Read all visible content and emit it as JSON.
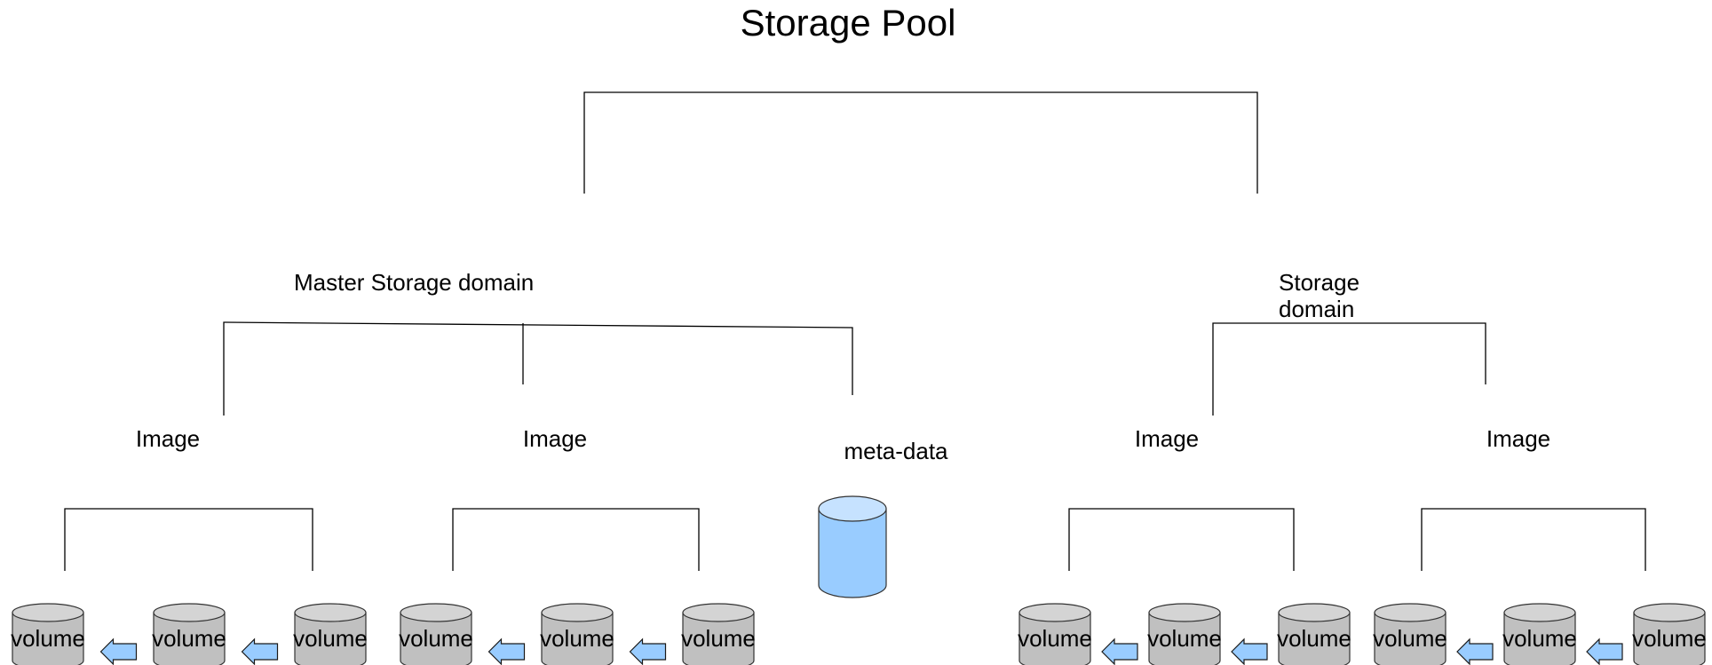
{
  "title": "Storage Pool",
  "domains": {
    "master": {
      "label": "Master Storage domain",
      "images": [
        "Image",
        "Image"
      ],
      "metadata_label": "meta-data"
    },
    "secondary": {
      "label_lines": [
        "Storage",
        "domain"
      ],
      "images": [
        "Image",
        "Image"
      ]
    }
  },
  "volume_label": "volume",
  "colors": {
    "volume_fill": "#c0c0c0",
    "volume_top": "#d4d4d4",
    "metadata_fill": "#99ccff",
    "metadata_top": "#c6e2ff",
    "arrow_fill": "#99ccff",
    "line": "#000000"
  }
}
